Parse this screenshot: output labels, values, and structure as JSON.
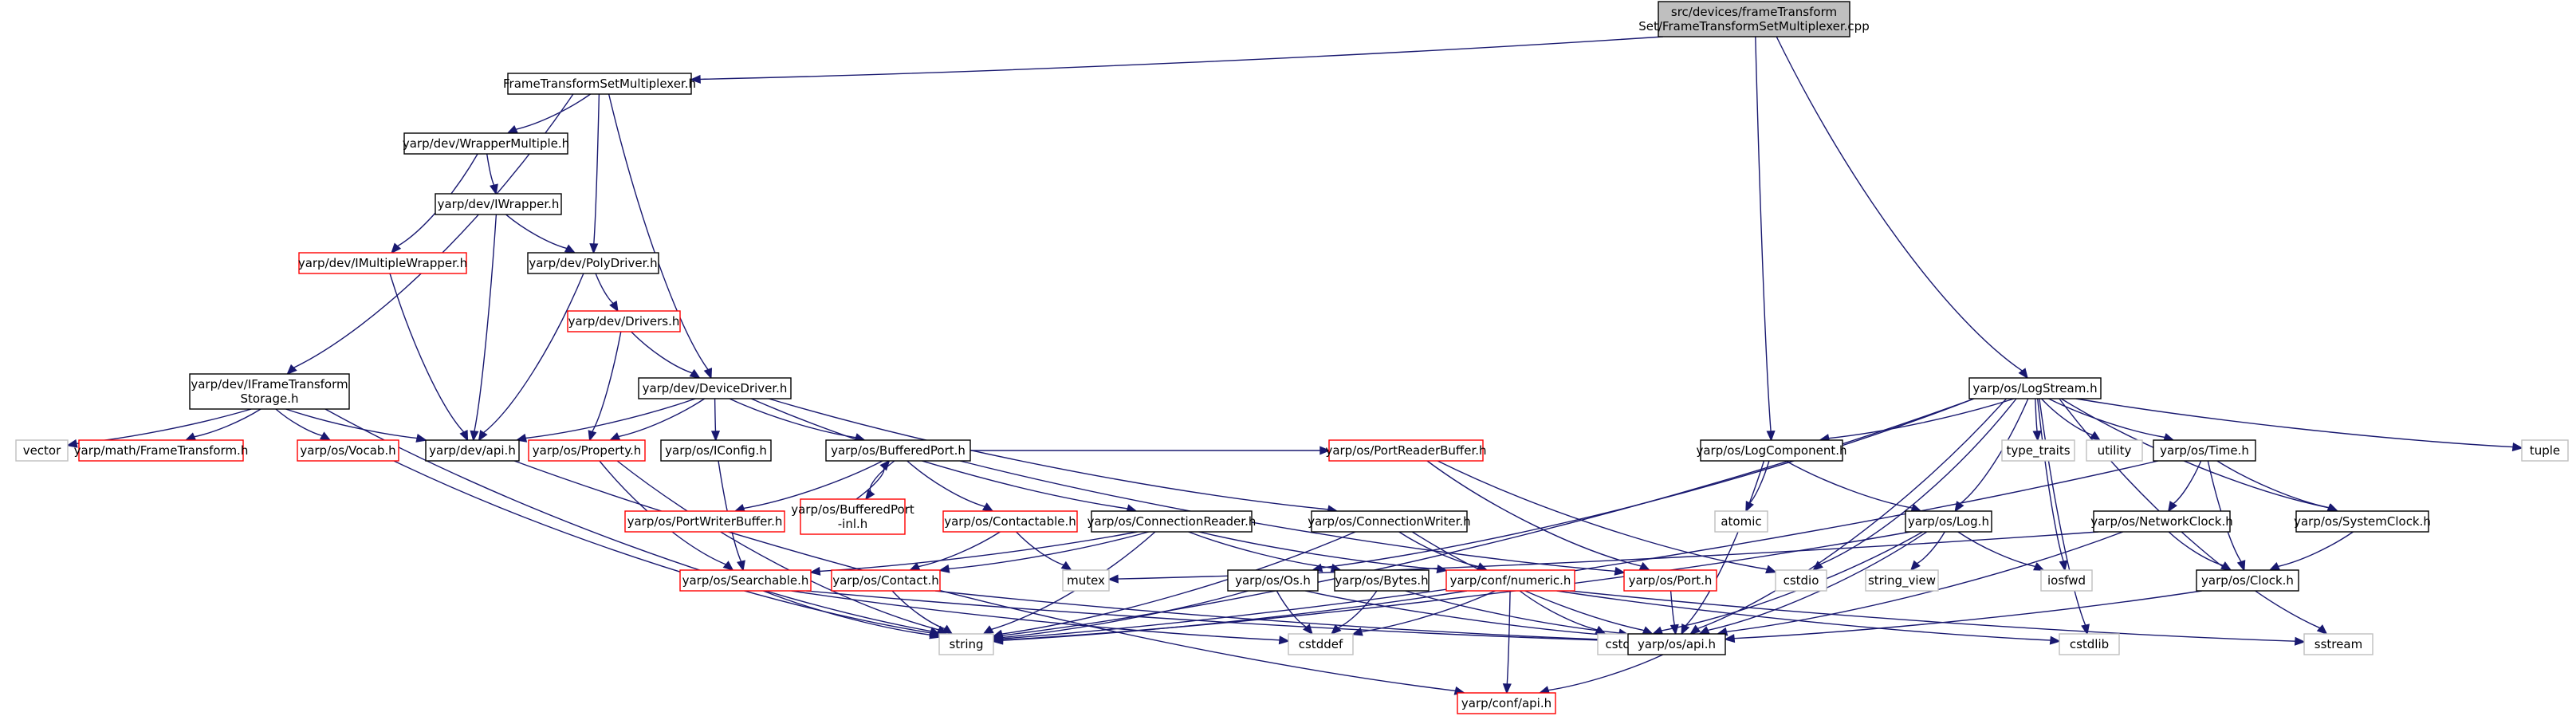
{
  "colors": {
    "edge": "#191970",
    "border_black": "#000000",
    "border_red": "#ff0000",
    "border_gray": "#bfbfbf",
    "root_fill": "#bfbfbf",
    "fill": "#ffffff"
  },
  "nodes": [
    {
      "id": "root",
      "lines": [
        "src/devices/frameTransform",
        "Set/FrameTransformSetMultiplexer.cpp"
      ],
      "style": "root"
    },
    {
      "id": "ftsm",
      "lines": [
        "FrameTransformSetMultiplexer.h"
      ],
      "style": "black"
    },
    {
      "id": "wrapmult",
      "lines": [
        "yarp/dev/WrapperMultiple.h"
      ],
      "style": "black"
    },
    {
      "id": "iwrapper",
      "lines": [
        "yarp/dev/IWrapper.h"
      ],
      "style": "black"
    },
    {
      "id": "imultwrap",
      "lines": [
        "yarp/dev/IMultipleWrapper.h"
      ],
      "style": "red"
    },
    {
      "id": "polydriver",
      "lines": [
        "yarp/dev/PolyDriver.h"
      ],
      "style": "black"
    },
    {
      "id": "drivers",
      "lines": [
        "yarp/dev/Drivers.h"
      ],
      "style": "red"
    },
    {
      "id": "iftstorage",
      "lines": [
        "yarp/dev/IFrameTransform",
        "Storage.h"
      ],
      "style": "black"
    },
    {
      "id": "devicedriver",
      "lines": [
        "yarp/dev/DeviceDriver.h"
      ],
      "style": "black"
    },
    {
      "id": "vector",
      "lines": [
        "vector"
      ],
      "style": "gray"
    },
    {
      "id": "mathft",
      "lines": [
        "yarp/math/FrameTransform.h"
      ],
      "style": "red"
    },
    {
      "id": "vocab",
      "lines": [
        "yarp/os/Vocab.h"
      ],
      "style": "red"
    },
    {
      "id": "devapi",
      "lines": [
        "yarp/dev/api.h"
      ],
      "style": "black"
    },
    {
      "id": "property",
      "lines": [
        "yarp/os/Property.h"
      ],
      "style": "red"
    },
    {
      "id": "iconfig",
      "lines": [
        "yarp/os/IConfig.h"
      ],
      "style": "black"
    },
    {
      "id": "bufport",
      "lines": [
        "yarp/os/BufferedPort.h"
      ],
      "style": "black"
    },
    {
      "id": "pwbuf",
      "lines": [
        "yarp/os/PortWriterBuffer.h"
      ],
      "style": "red"
    },
    {
      "id": "bufportinl",
      "lines": [
        "yarp/os/BufferedPort",
        "-inl.h"
      ],
      "style": "red"
    },
    {
      "id": "contactable",
      "lines": [
        "yarp/os/Contactable.h"
      ],
      "style": "red"
    },
    {
      "id": "connreader",
      "lines": [
        "yarp/os/ConnectionReader.h"
      ],
      "style": "black"
    },
    {
      "id": "connwriter",
      "lines": [
        "yarp/os/ConnectionWriter.h"
      ],
      "style": "black"
    },
    {
      "id": "prbuf",
      "lines": [
        "yarp/os/PortReaderBuffer.h"
      ],
      "style": "red"
    },
    {
      "id": "logstream",
      "lines": [
        "yarp/os/LogStream.h"
      ],
      "style": "black"
    },
    {
      "id": "logcomp",
      "lines": [
        "yarp/os/LogComponent.h"
      ],
      "style": "black"
    },
    {
      "id": "atomic",
      "lines": [
        "atomic"
      ],
      "style": "gray"
    },
    {
      "id": "log",
      "lines": [
        "yarp/os/Log.h"
      ],
      "style": "black"
    },
    {
      "id": "typetraits",
      "lines": [
        "type_traits"
      ],
      "style": "gray"
    },
    {
      "id": "utility",
      "lines": [
        "utility"
      ],
      "style": "gray"
    },
    {
      "id": "time",
      "lines": [
        "yarp/os/Time.h"
      ],
      "style": "black"
    },
    {
      "id": "tuple",
      "lines": [
        "tuple"
      ],
      "style": "gray"
    },
    {
      "id": "netclock",
      "lines": [
        "yarp/os/NetworkClock.h"
      ],
      "style": "black"
    },
    {
      "id": "sysclock",
      "lines": [
        "yarp/os/SystemClock.h"
      ],
      "style": "black"
    },
    {
      "id": "mutex",
      "lines": [
        "mutex"
      ],
      "style": "gray"
    },
    {
      "id": "searchable",
      "lines": [
        "yarp/os/Searchable.h"
      ],
      "style": "red"
    },
    {
      "id": "contact",
      "lines": [
        "yarp/os/Contact.h"
      ],
      "style": "red"
    },
    {
      "id": "os",
      "lines": [
        "yarp/os/Os.h"
      ],
      "style": "black"
    },
    {
      "id": "bytes",
      "lines": [
        "yarp/os/Bytes.h"
      ],
      "style": "black"
    },
    {
      "id": "numeric",
      "lines": [
        "yarp/conf/numeric.h"
      ],
      "style": "red"
    },
    {
      "id": "port",
      "lines": [
        "yarp/os/Port.h"
      ],
      "style": "red"
    },
    {
      "id": "cstdio",
      "lines": [
        "cstdio"
      ],
      "style": "gray"
    },
    {
      "id": "stringview",
      "lines": [
        "string_view"
      ],
      "style": "gray"
    },
    {
      "id": "iosfwd",
      "lines": [
        "iosfwd"
      ],
      "style": "gray"
    },
    {
      "id": "clock",
      "lines": [
        "yarp/os/Clock.h"
      ],
      "style": "black"
    },
    {
      "id": "string",
      "lines": [
        "string"
      ],
      "style": "gray"
    },
    {
      "id": "cstddef",
      "lines": [
        "cstddef"
      ],
      "style": "gray"
    },
    {
      "id": "cstdint",
      "lines": [
        "cstdint"
      ],
      "style": "gray"
    },
    {
      "id": "osapi",
      "lines": [
        "yarp/os/api.h"
      ],
      "style": "black"
    },
    {
      "id": "cstdlib",
      "lines": [
        "cstdlib"
      ],
      "style": "gray"
    },
    {
      "id": "sstream",
      "lines": [
        "sstream"
      ],
      "style": "gray"
    },
    {
      "id": "confapi",
      "lines": [
        "yarp/conf/api.h"
      ],
      "style": "red"
    }
  ],
  "edges": [
    [
      "root",
      "ftsm"
    ],
    [
      "root",
      "logcomp"
    ],
    [
      "root",
      "logstream"
    ],
    [
      "ftsm",
      "wrapmult"
    ],
    [
      "ftsm",
      "polydriver"
    ],
    [
      "ftsm",
      "devicedriver"
    ],
    [
      "ftsm",
      "iftstorage"
    ],
    [
      "wrapmult",
      "iwrapper"
    ],
    [
      "wrapmult",
      "imultwrap"
    ],
    [
      "iwrapper",
      "polydriver"
    ],
    [
      "iwrapper",
      "devapi"
    ],
    [
      "imultwrap",
      "devapi"
    ],
    [
      "polydriver",
      "drivers"
    ],
    [
      "polydriver",
      "devapi"
    ],
    [
      "drivers",
      "devicedriver"
    ],
    [
      "drivers",
      "property"
    ],
    [
      "iftstorage",
      "vector"
    ],
    [
      "iftstorage",
      "mathft"
    ],
    [
      "iftstorage",
      "vocab"
    ],
    [
      "iftstorage",
      "devapi"
    ],
    [
      "iftstorage",
      "string"
    ],
    [
      "devicedriver",
      "devapi"
    ],
    [
      "devicedriver",
      "property"
    ],
    [
      "devicedriver",
      "iconfig"
    ],
    [
      "devicedriver",
      "bufport"
    ],
    [
      "devicedriver",
      "connreader"
    ],
    [
      "devicedriver",
      "connwriter"
    ],
    [
      "vocab",
      "string"
    ],
    [
      "devapi",
      "confapi"
    ],
    [
      "property",
      "searchable"
    ],
    [
      "property",
      "string"
    ],
    [
      "iconfig",
      "searchable"
    ],
    [
      "bufport",
      "pwbuf"
    ],
    [
      "bufport",
      "bufportinl"
    ],
    [
      "bufport",
      "contactable"
    ],
    [
      "bufport",
      "prbuf"
    ],
    [
      "bufport",
      "port"
    ],
    [
      "bufportinl",
      "bufport"
    ],
    [
      "contactable",
      "contact"
    ],
    [
      "contactable",
      "mutex"
    ],
    [
      "connreader",
      "searchable"
    ],
    [
      "connreader",
      "contact"
    ],
    [
      "connreader",
      "bytes"
    ],
    [
      "connreader",
      "numeric"
    ],
    [
      "connreader",
      "string"
    ],
    [
      "connwriter",
      "numeric"
    ],
    [
      "connwriter",
      "osapi"
    ],
    [
      "connwriter",
      "string"
    ],
    [
      "prbuf",
      "port"
    ],
    [
      "prbuf",
      "cstdio"
    ],
    [
      "searchable",
      "string"
    ],
    [
      "searchable",
      "osapi"
    ],
    [
      "searchable",
      "cstddef"
    ],
    [
      "contact",
      "string"
    ],
    [
      "contact",
      "osapi"
    ],
    [
      "os",
      "string"
    ],
    [
      "os",
      "cstddef"
    ],
    [
      "os",
      "osapi"
    ],
    [
      "bytes",
      "cstddef"
    ],
    [
      "bytes",
      "osapi"
    ],
    [
      "numeric",
      "confapi"
    ],
    [
      "numeric",
      "cstdint"
    ],
    [
      "numeric",
      "cstddef"
    ],
    [
      "numeric",
      "cstdlib"
    ],
    [
      "numeric",
      "sstream"
    ],
    [
      "numeric",
      "string"
    ],
    [
      "port",
      "osapi"
    ],
    [
      "logstream",
      "logcomp"
    ],
    [
      "logstream",
      "log"
    ],
    [
      "logstream",
      "typetraits"
    ],
    [
      "logstream",
      "utility"
    ],
    [
      "logstream",
      "time"
    ],
    [
      "logstream",
      "tuple"
    ],
    [
      "logstream",
      "sysclock"
    ],
    [
      "logstream",
      "iosfwd"
    ],
    [
      "logstream",
      "cstdio"
    ],
    [
      "logstream",
      "string"
    ],
    [
      "logstream",
      "os"
    ],
    [
      "logstream",
      "osapi"
    ],
    [
      "logstream",
      "cstdlib"
    ],
    [
      "logstream",
      "sstream"
    ],
    [
      "logcomp",
      "atomic"
    ],
    [
      "logcomp",
      "log"
    ],
    [
      "logcomp",
      "osapi"
    ],
    [
      "log",
      "stringview"
    ],
    [
      "log",
      "iosfwd"
    ],
    [
      "log",
      "string"
    ],
    [
      "log",
      "cstdint"
    ],
    [
      "log",
      "osapi"
    ],
    [
      "time",
      "netclock"
    ],
    [
      "time",
      "sysclock"
    ],
    [
      "time",
      "clock"
    ],
    [
      "time",
      "string"
    ],
    [
      "netclock",
      "clock"
    ],
    [
      "netclock",
      "mutex"
    ],
    [
      "netclock",
      "osapi"
    ],
    [
      "sysclock",
      "clock"
    ],
    [
      "clock",
      "osapi"
    ],
    [
      "osapi",
      "confapi"
    ]
  ]
}
